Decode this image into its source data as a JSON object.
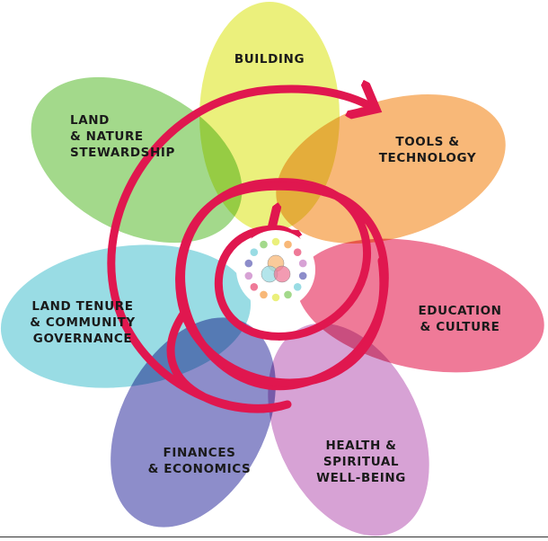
{
  "petals": [
    {
      "id": "building",
      "lines": [
        "BUILDING"
      ],
      "color": "#EBF07C"
    },
    {
      "id": "tools",
      "lines": [
        "TOOLS &",
        "TECHNOLOGY"
      ],
      "color": "#F8B878"
    },
    {
      "id": "education",
      "lines": [
        "EDUCATION",
        "& CULTURE"
      ],
      "color": "#EF7A98"
    },
    {
      "id": "health",
      "lines": [
        "HEALTH &",
        "SPIRITUAL",
        "WELL-BEING"
      ],
      "color": "#D7A2D5"
    },
    {
      "id": "finances",
      "lines": [
        "FINANCES",
        "& ECONOMICS"
      ],
      "color": "#8D8DCA"
    },
    {
      "id": "land-tenure",
      "lines": [
        "LAND TENURE",
        "& COMMUNITY",
        "GOVERNANCE"
      ],
      "color": "#99DCE4"
    },
    {
      "id": "land-nature",
      "lines": [
        "LAND",
        "& NATURE",
        "STEWARDSHIP"
      ],
      "color": "#A3D98B"
    }
  ],
  "spiral_color": "#E0174F",
  "center_icon_colors": [
    "#EBF07C",
    "#F8B878",
    "#EF7A98",
    "#D7A2D5",
    "#8D8DCA",
    "#99DCE4",
    "#A3D98B"
  ]
}
